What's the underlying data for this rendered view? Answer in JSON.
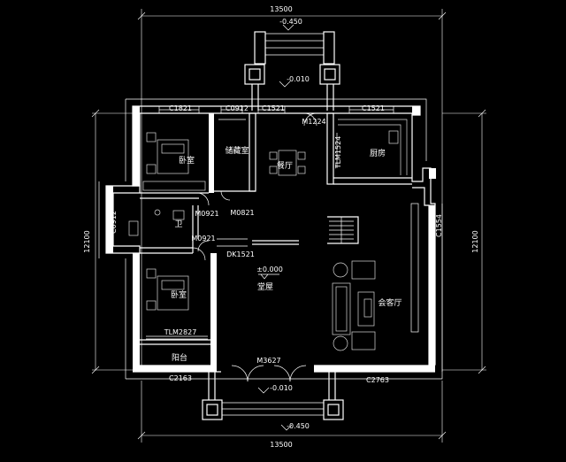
{
  "dimensions": {
    "top_total": "13500",
    "bottom_total": "13500",
    "left_total": "12100",
    "right_total": "12100"
  },
  "levels": {
    "porch_top": "-0.450",
    "entry_top": "-0.010",
    "ground": "±0.000",
    "entry_bottom": "-0.010",
    "porch_bottom": "-0.450"
  },
  "rooms": {
    "bedroom_top": "卧室",
    "storage": "储藏室",
    "dining": "餐厅",
    "kitchen": "厨房",
    "bath": "卫",
    "bedroom_bottom": "卧室",
    "hall": "堂屋",
    "living": "会客厅",
    "balcony": "阳台"
  },
  "openings": {
    "c1821": "C1821",
    "c0912_top": "C0912",
    "c1521_top": "C1521",
    "m1224": "M1224",
    "c1521_kitchen": "C1521",
    "tlm1524": "TLM1524",
    "c0912_left": "C0912",
    "m0921_a": "M0921",
    "m0821": "M0821",
    "m0921_b": "M0921",
    "dk1521": "DK1521",
    "c1554": "C1554",
    "tlm2827": "TLM2827",
    "c2163": "C2163",
    "m3627": "M3627",
    "c2763": "C2763"
  }
}
